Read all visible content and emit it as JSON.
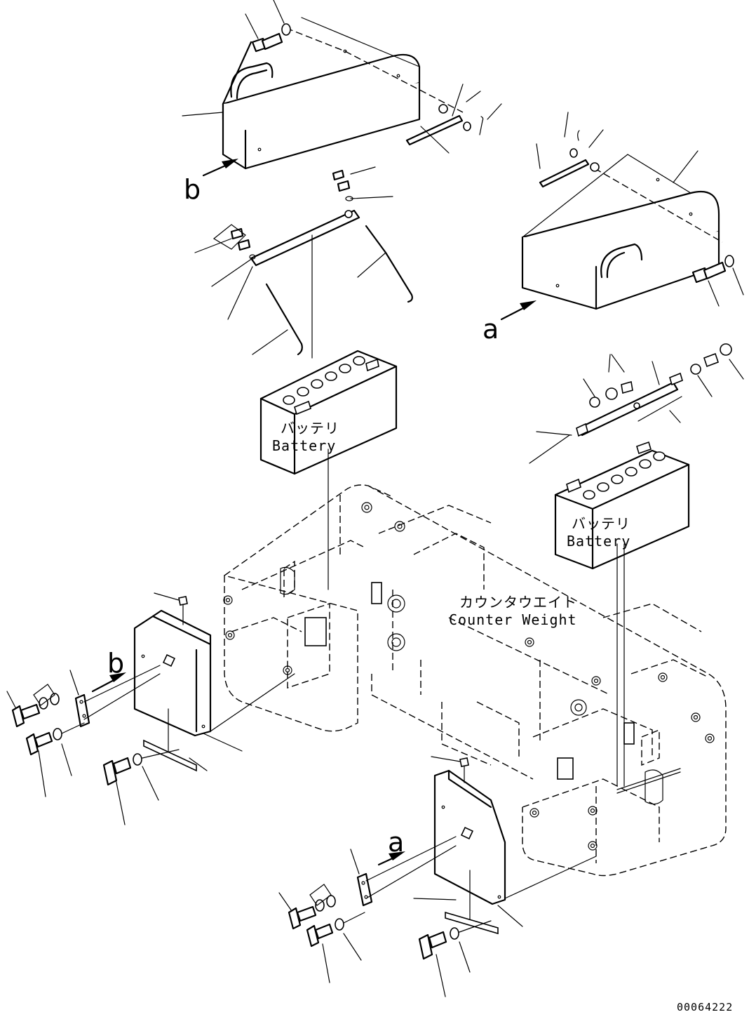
{
  "labels": {
    "battery_left_jp": "バッテリ",
    "battery_left_en": "Battery",
    "battery_right_jp": "バッテリ",
    "battery_right_en": "Battery",
    "counterweight_jp": "カウンタウエイト",
    "counterweight_en": "Counter Weight",
    "view_a_upper": "a",
    "view_b_upper": "b",
    "view_a_lower": "a",
    "view_b_lower": "b",
    "drawing_number": "00064222"
  }
}
